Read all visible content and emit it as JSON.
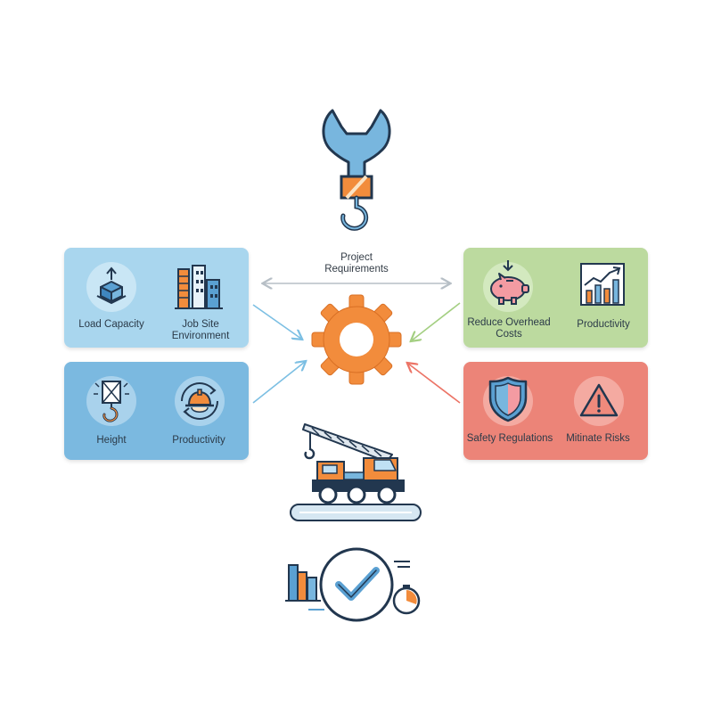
{
  "center": {
    "label_line1": "Project",
    "label_line2": "Requirements"
  },
  "panels": {
    "left_top": {
      "item1": {
        "label": "Load Capacity",
        "icon": "boxes-arrow-up-icon"
      },
      "item2": {
        "label_line1": "Job Site",
        "label_line2": "Environment",
        "icon": "buildings-icon"
      }
    },
    "left_bottom": {
      "item1": {
        "label": "Height",
        "icon": "crane-hook-icon"
      },
      "item2": {
        "label": "Productivity",
        "icon": "hardhat-cycle-icon"
      }
    },
    "right_top": {
      "item1": {
        "label_line1": "Reduce Overhead",
        "label_line2": "Costs",
        "icon": "piggy-bank-icon"
      },
      "item2": {
        "label": "Productivity",
        "icon": "bar-chart-rising-icon"
      }
    },
    "right_bottom": {
      "item1": {
        "label": "Safety Regulations",
        "icon": "shield-icon"
      },
      "item2": {
        "label": "Mitinate Risks",
        "icon": "warning-triangle-icon"
      }
    }
  },
  "colors": {
    "light_blue": "#a9d6ee",
    "mid_blue": "#7bb9e0",
    "green": "#bcda9f",
    "red": "#ec8478",
    "orange": "#f28c3c",
    "navy": "#22374f"
  }
}
